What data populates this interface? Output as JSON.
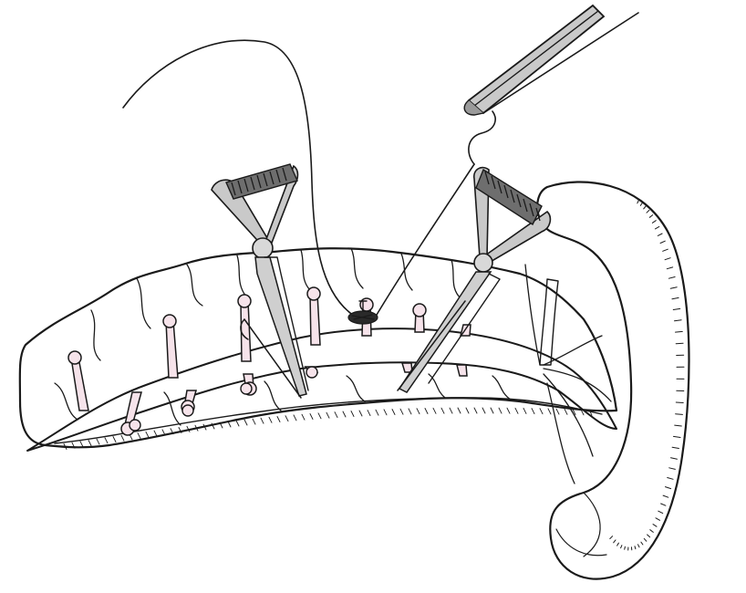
{
  "illustration": {
    "colors": {
      "background": "#ffffff",
      "ink": "#1a1a1a",
      "duct": "#f6e3ea",
      "instrument": "#c9c9c9",
      "instrument_dark": "#6e6e6e",
      "tissue": "#ffffff"
    },
    "parts": [
      "pancreas",
      "pancreatic-duct",
      "duct-branches",
      "jejunal-loop",
      "retractor-left",
      "retractor-right",
      "needle-holder",
      "suture",
      "suture-knot"
    ]
  }
}
